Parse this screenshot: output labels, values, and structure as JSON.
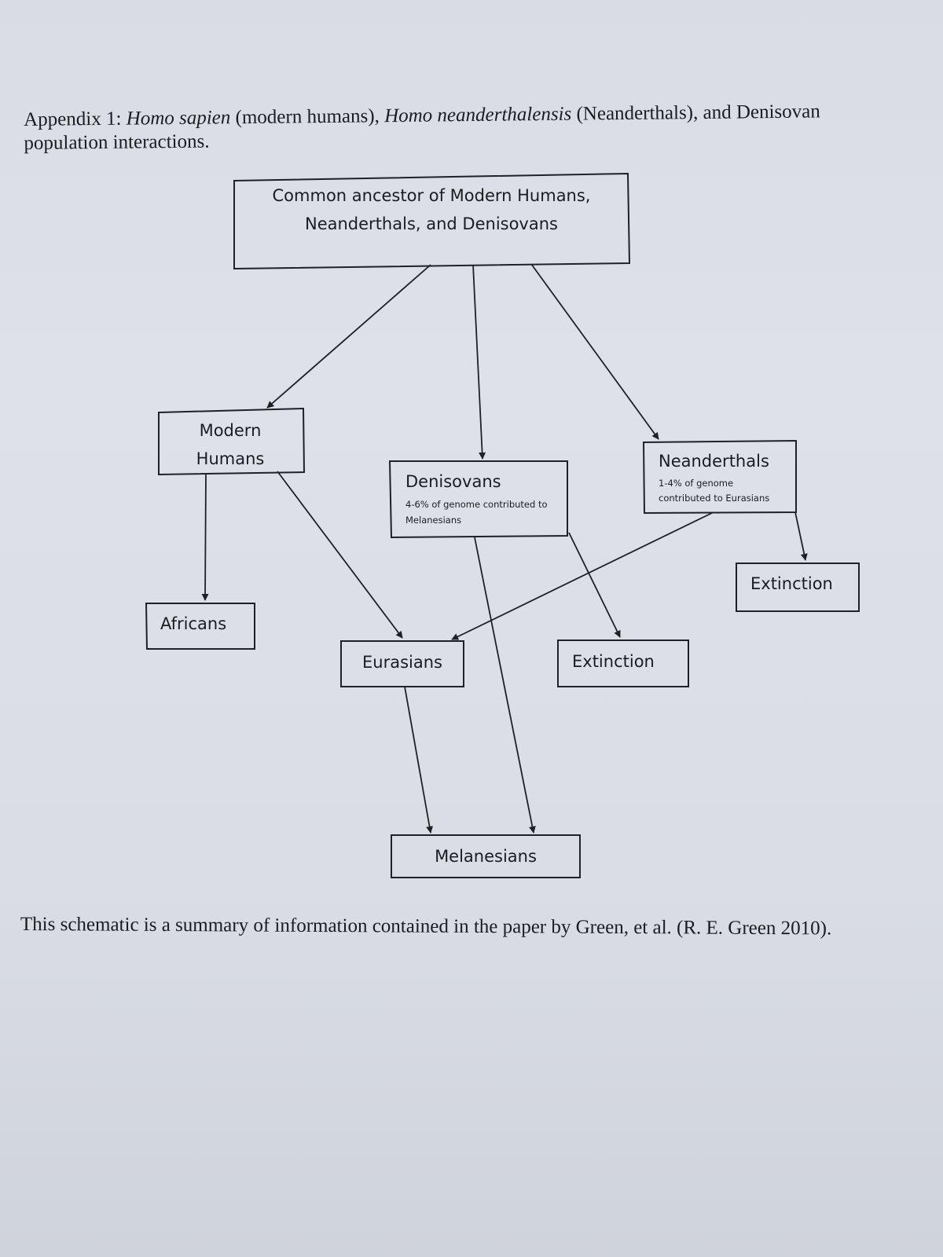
{
  "caption": {
    "prefix": "Appendix 1: ",
    "species1": "Homo sapien",
    "mid1": " (modern humans), ",
    "species2": "Homo neanderthalensis",
    "mid2": " (Neanderthals), and Denisovan population interactions."
  },
  "nodes": {
    "ancestor": {
      "line1": "Common ancestor of Modern Humans,",
      "line2": "Neanderthals, and Denisovans"
    },
    "modern_humans": {
      "line1": "Modern",
      "line2": "Humans"
    },
    "denisovans": {
      "title": "Denisovans",
      "note1": "4-6% of genome contributed to",
      "note2": "Melanesians"
    },
    "neanderthals": {
      "title": "Neanderthals",
      "note1": "1-4% of genome",
      "note2": "contributed to Eurasians"
    },
    "africans": {
      "label": "Africans"
    },
    "eurasians": {
      "label": "Eurasians"
    },
    "extinction_denisovan": {
      "label": "Extinction"
    },
    "extinction_neanderthal": {
      "label": "Extinction"
    },
    "melanesians": {
      "label": "Melanesians"
    }
  },
  "edges": [
    {
      "from": "Common ancestor",
      "to": "Modern Humans"
    },
    {
      "from": "Common ancestor",
      "to": "Denisovans"
    },
    {
      "from": "Common ancestor",
      "to": "Neanderthals"
    },
    {
      "from": "Modern Humans",
      "to": "Africans"
    },
    {
      "from": "Modern Humans",
      "to": "Eurasians"
    },
    {
      "from": "Neanderthals",
      "to": "Eurasians"
    },
    {
      "from": "Neanderthals",
      "to": "Extinction"
    },
    {
      "from": "Denisovans",
      "to": "Extinction"
    },
    {
      "from": "Denisovans",
      "to": "Melanesians"
    },
    {
      "from": "Eurasians",
      "to": "Melanesians"
    }
  ],
  "footnote": "This schematic is a summary of information contained in the paper by Green, et al. (R. E. Green 2010)."
}
